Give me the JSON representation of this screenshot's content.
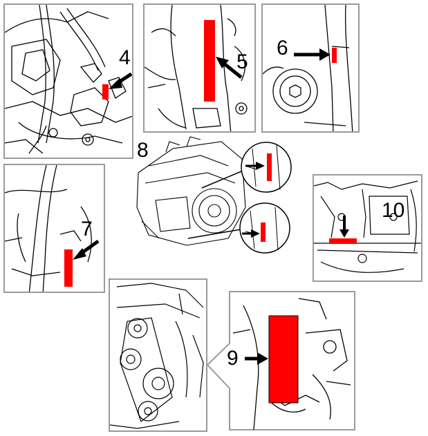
{
  "diagram": {
    "callouts": [
      {
        "id": "4",
        "label": "4"
      },
      {
        "id": "5",
        "label": "5"
      },
      {
        "id": "6",
        "label": "6"
      },
      {
        "id": "7",
        "label": "7"
      },
      {
        "id": "8",
        "label": "8"
      },
      {
        "id": "9",
        "label": "9"
      },
      {
        "id": "10",
        "label": "10"
      }
    ],
    "colors": {
      "marker": "#ff0000",
      "line": "#000000",
      "border": "#9a9a9a"
    }
  }
}
